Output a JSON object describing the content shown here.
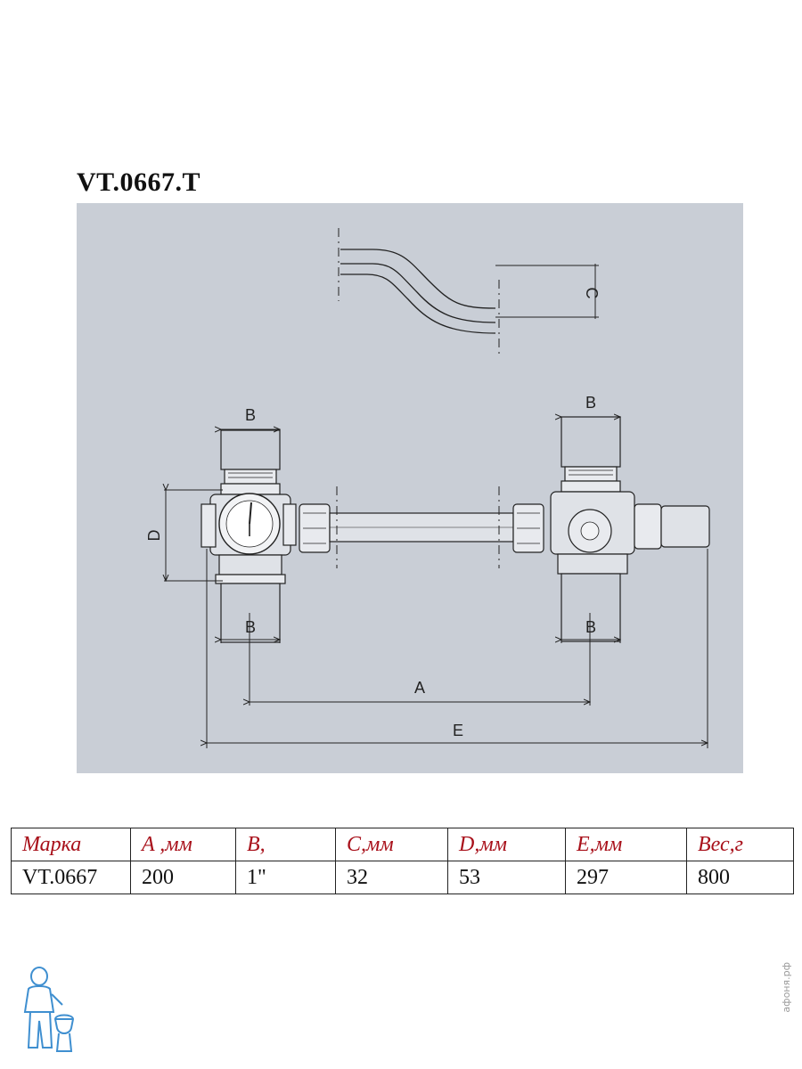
{
  "title": "VT.0667.T",
  "drawing_labels": {
    "a": "A",
    "b": "B",
    "c": "C",
    "d": "D",
    "e": "E"
  },
  "table": {
    "headers": [
      "Марка",
      "A ,мм",
      "B,",
      "C,мм",
      "D,мм",
      "E,мм",
      "Вес,г"
    ],
    "values": [
      "VT.0667",
      "200",
      "1\"",
      "32",
      "53",
      "297",
      "800"
    ]
  },
  "watermark": "афоня.рф",
  "colors": {
    "drawing_background": "#c9ced6",
    "header_text": "#a8101a",
    "logo_blue": "#3f8fd0"
  },
  "icons": [
    "plumber-logo-icon"
  ]
}
